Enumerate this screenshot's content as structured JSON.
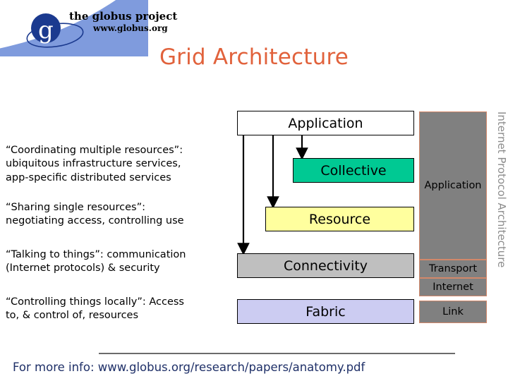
{
  "slide": {
    "title": "Grid Architecture",
    "title_color": "#e1623c",
    "background_color": "#ffffff"
  },
  "logo": {
    "name": "globus-project-logo",
    "line1": "the globus project",
    "line2": "www.globus.org",
    "mark_letter": "g",
    "mark_color": "#1b3a8f"
  },
  "descriptions": [
    {
      "line1": "“Coordinating multiple resources”:",
      "line2": "ubiquitous infrastructure services,",
      "line3": "app-specific distributed services"
    },
    {
      "line1": "“Sharing single resources”:",
      "line2": "negotiating access, controlling use",
      "line3": ""
    },
    {
      "line1": "“Talking to things”: communication",
      "line2": "(Internet protocols) & security",
      "line3": ""
    },
    {
      "line1": "“Controlling things locally”: Access",
      "line2": "to, & control of, resources",
      "line3": ""
    }
  ],
  "grid_layers": [
    {
      "label": "Application",
      "color": "#ffffff"
    },
    {
      "label": "Collective",
      "color": "#00c993"
    },
    {
      "label": "Resource",
      "color": "#ffff9e"
    },
    {
      "label": "Connectivity",
      "color": "#bfbfbf"
    },
    {
      "label": "Fabric",
      "color": "#ccccf2"
    }
  ],
  "internet_protocol": {
    "vertical_label": "Internet Protocol Architecture",
    "label_color": "#8c8c8c",
    "box_color": "#808080",
    "border_color": "#d3886a",
    "layers": [
      {
        "label": "Application"
      },
      {
        "label": "Transport"
      },
      {
        "label": "Internet"
      },
      {
        "label": "Link"
      }
    ]
  },
  "footer": {
    "text": "For more info: www.globus.org/research/papers/anatomy.pdf",
    "color": "#1f3068"
  }
}
